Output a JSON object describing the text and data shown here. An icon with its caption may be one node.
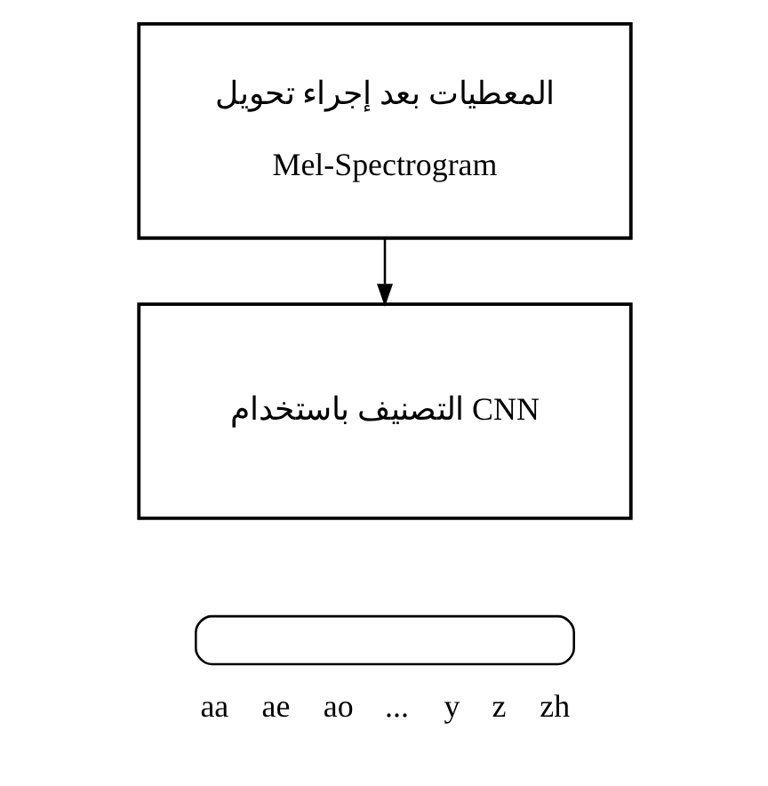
{
  "diagram": {
    "nodes": [
      {
        "text": [
          "المعطيات بعد إجراء تحويل",
          "Mel-Spectrogram"
        ]
      },
      {
        "text": [
          "التصنيف باستخدام CNN"
        ]
      }
    ],
    "edges": [
      {
        "from": 0,
        "to": 1,
        "arrow": "to"
      }
    ],
    "labels": [
      "aa",
      "ae",
      "ao",
      "...",
      "y",
      "z",
      "zh"
    ]
  }
}
